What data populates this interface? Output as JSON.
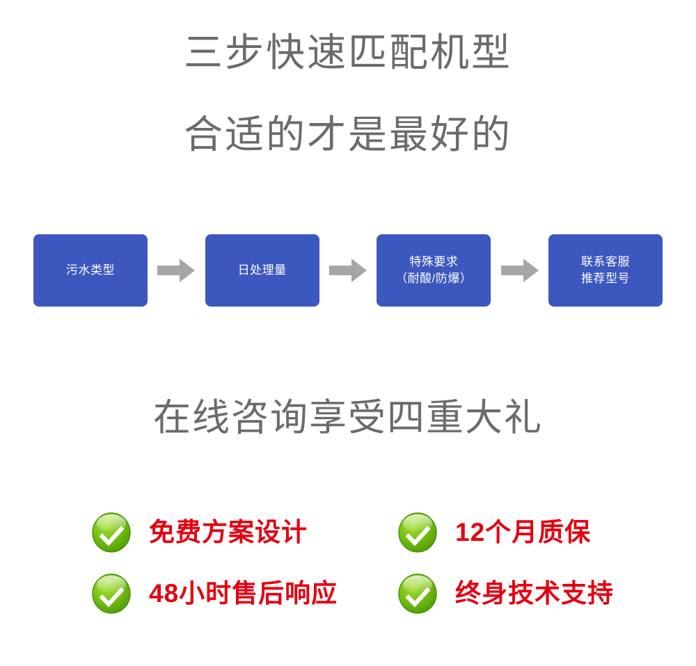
{
  "page": {
    "background_color": "#ffffff",
    "heading_color": "#6b6b6b",
    "box_color": "#3c57be",
    "arrow_color": "#a6a6a6",
    "accent_red": "#e50011",
    "check_green": "#69bb18"
  },
  "headings": {
    "line1": "三步快速匹配机型",
    "line2": "合适的才是最好的"
  },
  "flow": {
    "steps": [
      {
        "line1": "污水类型",
        "line2": ""
      },
      {
        "line1": "日处理量",
        "line2": ""
      },
      {
        "line1": "特殊要求",
        "line2": "（耐酸/防爆）"
      },
      {
        "line1": "联系客服",
        "line2": "推荐型号"
      }
    ],
    "arrow_icon": "arrow-right-icon"
  },
  "promo": {
    "title": "在线咨询享受四重大礼",
    "items": [
      {
        "icon": "check-circle-icon",
        "label": "免费方案设计"
      },
      {
        "icon": "check-circle-icon",
        "label": "12个月质保"
      },
      {
        "icon": "check-circle-icon",
        "label": "48小时售后响应"
      },
      {
        "icon": "check-circle-icon",
        "label": "终身技术支持"
      }
    ]
  }
}
